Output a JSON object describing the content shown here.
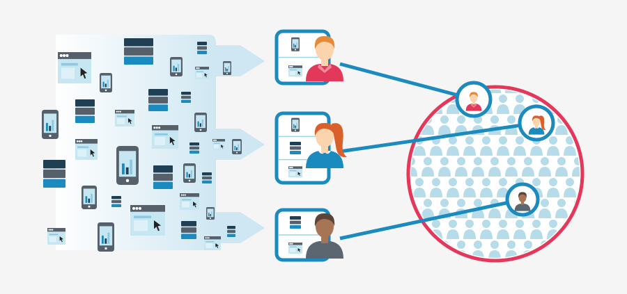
{
  "colors": {
    "background": "#f5f5f5",
    "flow_band": "#dcedf5",
    "card_stroke": "#1b8bbf",
    "connector": "#1b8bbf",
    "crowd_ring": "#e5375a",
    "crowd_person": "#b6dcea",
    "icon_dark": "#55606b",
    "icon_navy": "#1f3f55",
    "icon_blue": "#1b8bbf",
    "icon_light": "#c6e6f2",
    "skin_light": "#fbd3ac",
    "skin_dark": "#a77456",
    "hair_orange": "#e58a3b",
    "hair_red": "#d9602a",
    "hair_dark": "#5c4438",
    "shirt_red": "#e2395a",
    "shirt_blue": "#1b8bbf",
    "shirt_gray": "#5c6670"
  },
  "icons": {
    "device_types": [
      "browser-window-icon",
      "server-stack-icon",
      "smartphone-chart-icon"
    ],
    "profiles": [
      {
        "name": "user-profile-man",
        "devices": [
          "smartphone-chart-icon",
          "browser-window-icon"
        ]
      },
      {
        "name": "user-profile-woman",
        "devices": [
          "smartphone-chart-icon",
          "server-stack-icon",
          "browser-window-icon"
        ]
      },
      {
        "name": "user-profile-dark-man",
        "devices": [
          "server-stack-icon",
          "browser-window-icon"
        ]
      }
    ],
    "crowd": "crowd-person-icon"
  }
}
